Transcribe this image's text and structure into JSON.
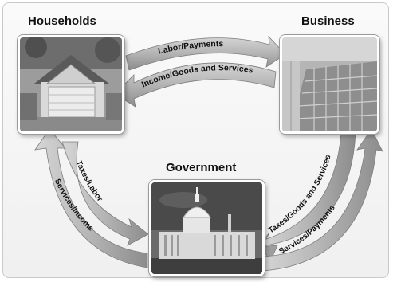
{
  "nodes": {
    "households": "Households",
    "business": "Business",
    "government": "Government"
  },
  "flows": {
    "households_to_business": "Labor/Payments",
    "business_to_households": "Income/Goods and Services",
    "households_to_government": "Taxes/Labor",
    "government_to_households": "Services/Income",
    "business_to_government": "Taxes/Goods and Services",
    "government_to_business": "Services/Payments"
  },
  "colors": {
    "arrow_fill": "#b8b8b8",
    "arrow_dark": "#8a8a8a",
    "photo_border": "#ffffff"
  }
}
